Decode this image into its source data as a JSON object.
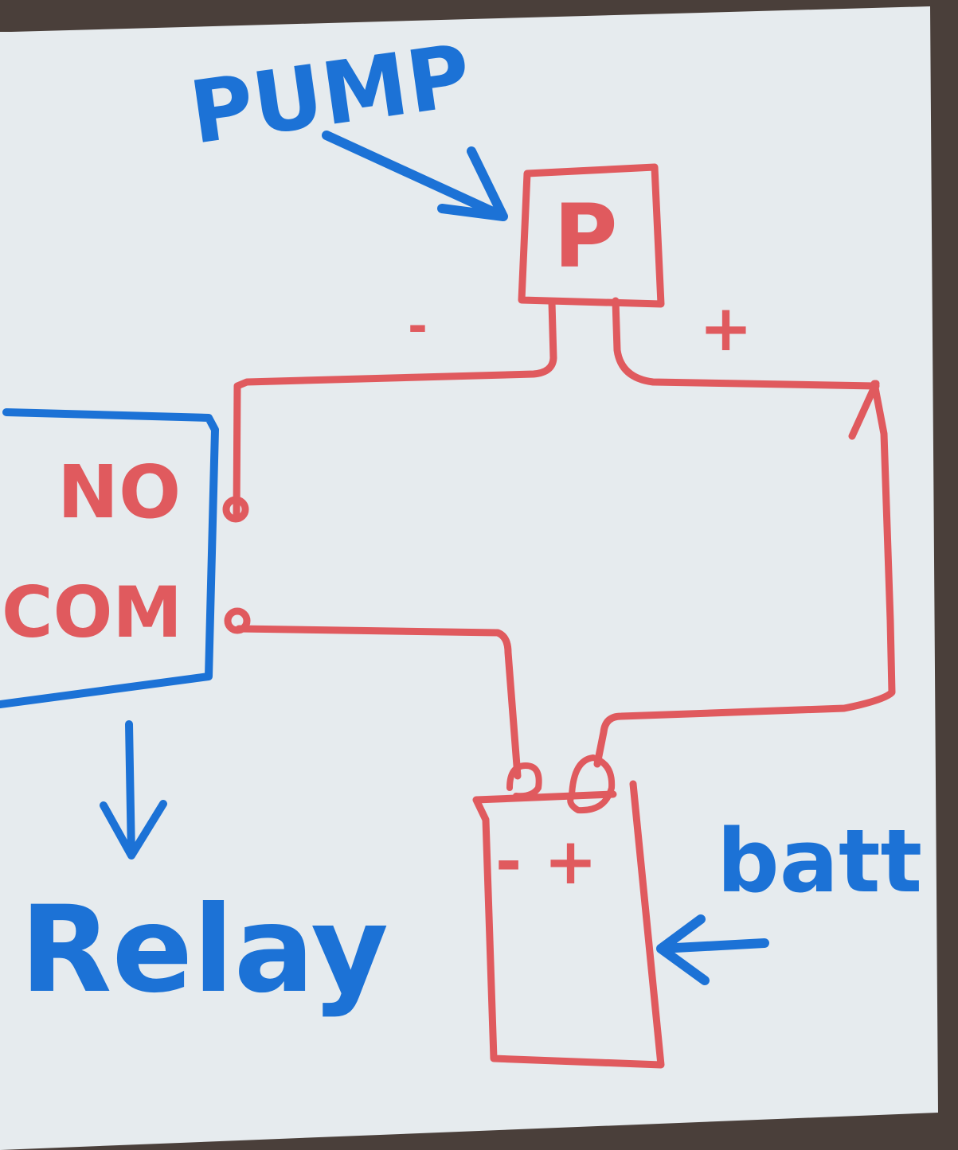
{
  "labels": {
    "pump": "PUMP",
    "pump_symbol": "P",
    "pump_minus": "-",
    "pump_plus": "+",
    "relay_no": "NO",
    "relay_com": "COM",
    "relay": "Relay",
    "battery_terminals": "- +",
    "battery": "batt"
  },
  "colors": {
    "paper": "#e6ebee",
    "red_ink": "#e05a5e",
    "blue_ink": "#1c72d6",
    "background": "#4a3f3a"
  }
}
